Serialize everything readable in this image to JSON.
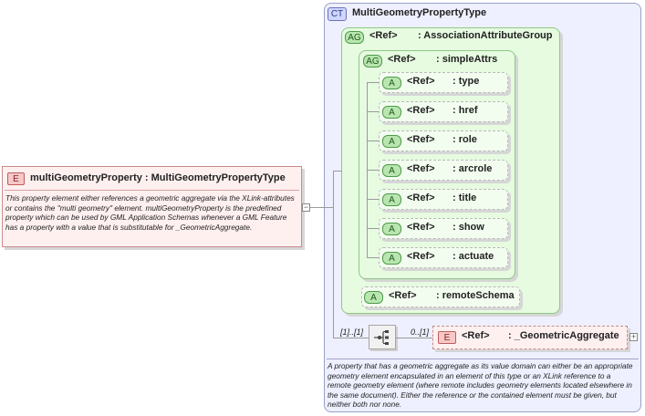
{
  "element": {
    "badge": "E",
    "title": "multiGeometryProperty : MultiGeometryPropertyType",
    "description": "This property element either references a geometric aggregate via the XLink-attributes or contains the \"multi geometry\" element. multiGeometryProperty is the predefined property which can be used by GML Application Schemas whenever a GML Feature has a property with a value that is substitutable for _GeometricAggregate."
  },
  "complex_type": {
    "badge": "CT",
    "title": "MultiGeometryPropertyType",
    "description": "A property that has a geometric aggregate as its value domain can either be an appropriate geometry element encapsulated in an element of this type or an XLink reference to a remote geometry element (where remote includes geometry elements located elsewhere in the same document). Either the reference or the contained element must be given, but neither both nor none."
  },
  "association_group": {
    "badge": "AG",
    "ref": "<Ref>",
    "name": ": AssociationAttributeGroup"
  },
  "simple_attrs": {
    "badge": "AG",
    "ref": "<Ref>",
    "name": ": simpleAttrs"
  },
  "attributes": [
    {
      "badge": "A",
      "ref": "<Ref>",
      "name": ": type"
    },
    {
      "badge": "A",
      "ref": "<Ref>",
      "name": ": href"
    },
    {
      "badge": "A",
      "ref": "<Ref>",
      "name": ": role"
    },
    {
      "badge": "A",
      "ref": "<Ref>",
      "name": ": arcrole"
    },
    {
      "badge": "A",
      "ref": "<Ref>",
      "name": ": title"
    },
    {
      "badge": "A",
      "ref": "<Ref>",
      "name": ": show"
    },
    {
      "badge": "A",
      "ref": "<Ref>",
      "name": ": actuate"
    }
  ],
  "remote_schema": {
    "badge": "A",
    "ref": "<Ref>",
    "name": ": remoteSchema"
  },
  "sequence": {
    "outer_multiplicity": "[1]..[1]",
    "inner_multiplicity": "0..[1]"
  },
  "geometric_aggregate": {
    "badge": "E",
    "ref": "<Ref>",
    "name": ": _GeometricAggregate"
  },
  "colors": {
    "complex_type_fill": "#eef0ff",
    "complex_type_border": "#9aa0c8",
    "group_fill": "#e6fbe0",
    "group_border": "#8fc887",
    "element_fill": "#fff0f0",
    "element_border": "#c98c8c"
  }
}
